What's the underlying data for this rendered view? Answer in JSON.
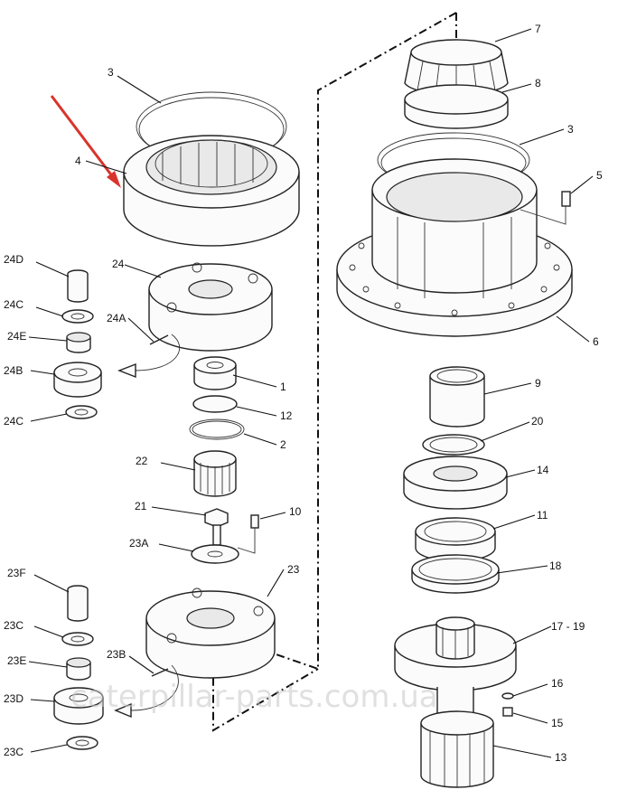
{
  "diagram": {
    "labels": {
      "l1": "1",
      "l2": "2",
      "l3a": "3",
      "l3b": "3",
      "l4": "4",
      "l5": "5",
      "l6": "6",
      "l7": "7",
      "l8": "8",
      "l9": "9",
      "l10": "10",
      "l11": "11",
      "l12": "12",
      "l13": "13",
      "l14": "14",
      "l15": "15",
      "l16": "16",
      "l1719": "17 - 19",
      "l18": "18",
      "l20": "20",
      "l21": "21",
      "l22": "22",
      "l23": "23",
      "l23a": "23A",
      "l23b": "23B",
      "l23c1": "23C",
      "l23c2": "23C",
      "l23d": "23D",
      "l23e": "23E",
      "l23f": "23F",
      "l24": "24",
      "l24a": "24A",
      "l24b": "24B",
      "l24c1": "24C",
      "l24c2": "24C",
      "l24d": "24D",
      "l24e": "24E"
    },
    "watermark": "caterpillar-parts.com.ua",
    "colors": {
      "line": "#111111",
      "arrow": "#d9342b",
      "watermark": "#c8c8c8"
    }
  }
}
